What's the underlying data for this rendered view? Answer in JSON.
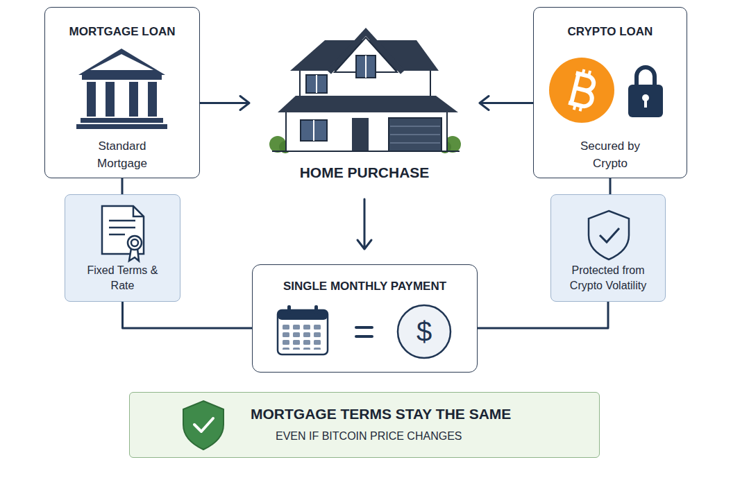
{
  "diagram": {
    "nodes": [
      {
        "text": [
          "MORTGAGE LOAN",
          "Standard Mortgage"
        ]
      },
      {
        "text": [
          "HOME PURCHASE"
        ]
      },
      {
        "text": [
          "CRYPTO LOAN",
          "Secured by Crypto"
        ]
      },
      {
        "text": [
          "Fixed Terms & Rate"
        ]
      },
      {
        "text": [
          "SINGLE MONTHLY PAYMENT"
        ]
      },
      {
        "text": [
          "Protected from Crypto Volatility"
        ]
      },
      {
        "text": [
          "MORTGAGE TERMS STAY THE SAME",
          "EVEN IF BITCOIN PRICE CHANGES"
        ]
      }
    ],
    "edges": [
      {
        "from": 0,
        "to": 1,
        "arrow": "to"
      },
      {
        "from": 2,
        "to": 1,
        "arrow": "to"
      },
      {
        "from": 1,
        "to": 4,
        "arrow": "to"
      },
      {
        "from": 0,
        "to": 3,
        "arrow": "none"
      },
      {
        "from": 3,
        "to": 4,
        "arrow": "none"
      },
      {
        "from": 2,
        "to": 5,
        "arrow": "none"
      },
      {
        "from": 5,
        "to": 4,
        "arrow": "none"
      }
    ],
    "labels": [
      "$"
    ]
  }
}
